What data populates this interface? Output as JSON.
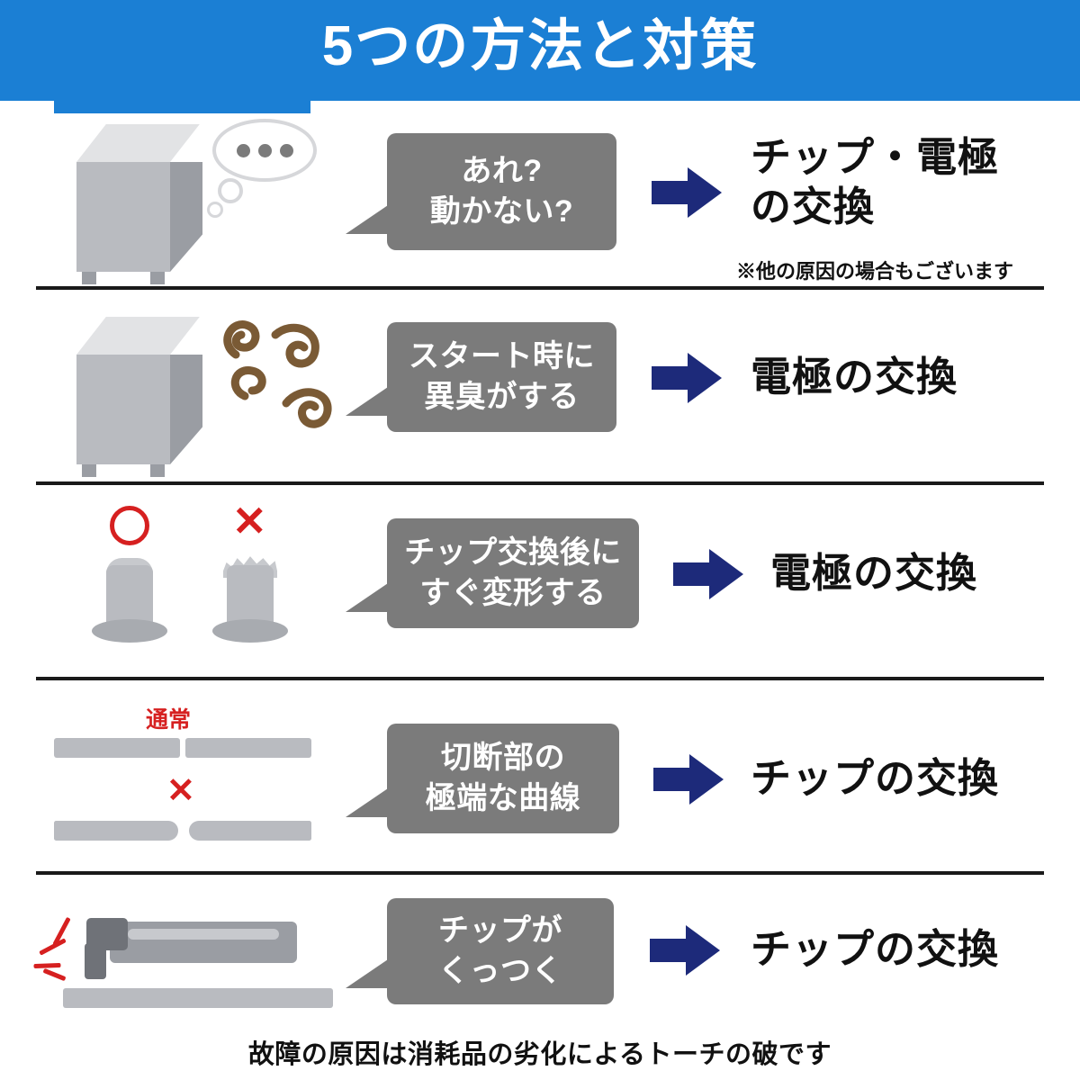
{
  "header": {
    "title": "5つの方法と対策"
  },
  "rows": [
    {
      "id": "row-1",
      "icon": "machine-thinking-icon",
      "bubble_lines": [
        "あれ?",
        "動かない?"
      ],
      "arrow": "right-arrow-icon",
      "result_lines": [
        "チップ・電極",
        "の交換"
      ],
      "note": "※他の原因の場合もございます"
    },
    {
      "id": "row-2",
      "icon": "machine-odor-icon",
      "bubble_lines": [
        "スタート時に",
        "異臭がする"
      ],
      "arrow": "right-arrow-icon",
      "result_lines": [
        "電極の交換"
      ],
      "note": ""
    },
    {
      "id": "row-3",
      "icon": "electrode-tips-icon",
      "mark_ok": "circle-ok-mark",
      "mark_ng": "cross-ng-mark",
      "bubble_lines": [
        "チップ交換後に",
        "すぐ変形する"
      ],
      "arrow": "right-arrow-icon",
      "result_lines": [
        "電極の交換"
      ],
      "note": ""
    },
    {
      "id": "row-4",
      "icon": "cut-section-icon",
      "label_normal": "通常",
      "mark_ng": "✕",
      "bubble_lines": [
        "切断部の",
        "極端な曲線"
      ],
      "arrow": "right-arrow-icon",
      "result_lines": [
        "チップの交換"
      ],
      "note": ""
    },
    {
      "id": "row-5",
      "icon": "torch-spark-icon",
      "bubble_lines": [
        "チップが",
        "くっつく"
      ],
      "arrow": "right-arrow-icon",
      "result_lines": [
        "チップの交換"
      ],
      "note": ""
    }
  ],
  "footer": {
    "text": "故障の原因は消耗品の劣化によるトーチの破です"
  },
  "colors": {
    "header_blue": "#1b7fd4",
    "bubble_gray": "#7b7b7b",
    "arrow_navy": "#1d2a7a",
    "mark_red": "#d62020",
    "text_black": "#111111"
  }
}
